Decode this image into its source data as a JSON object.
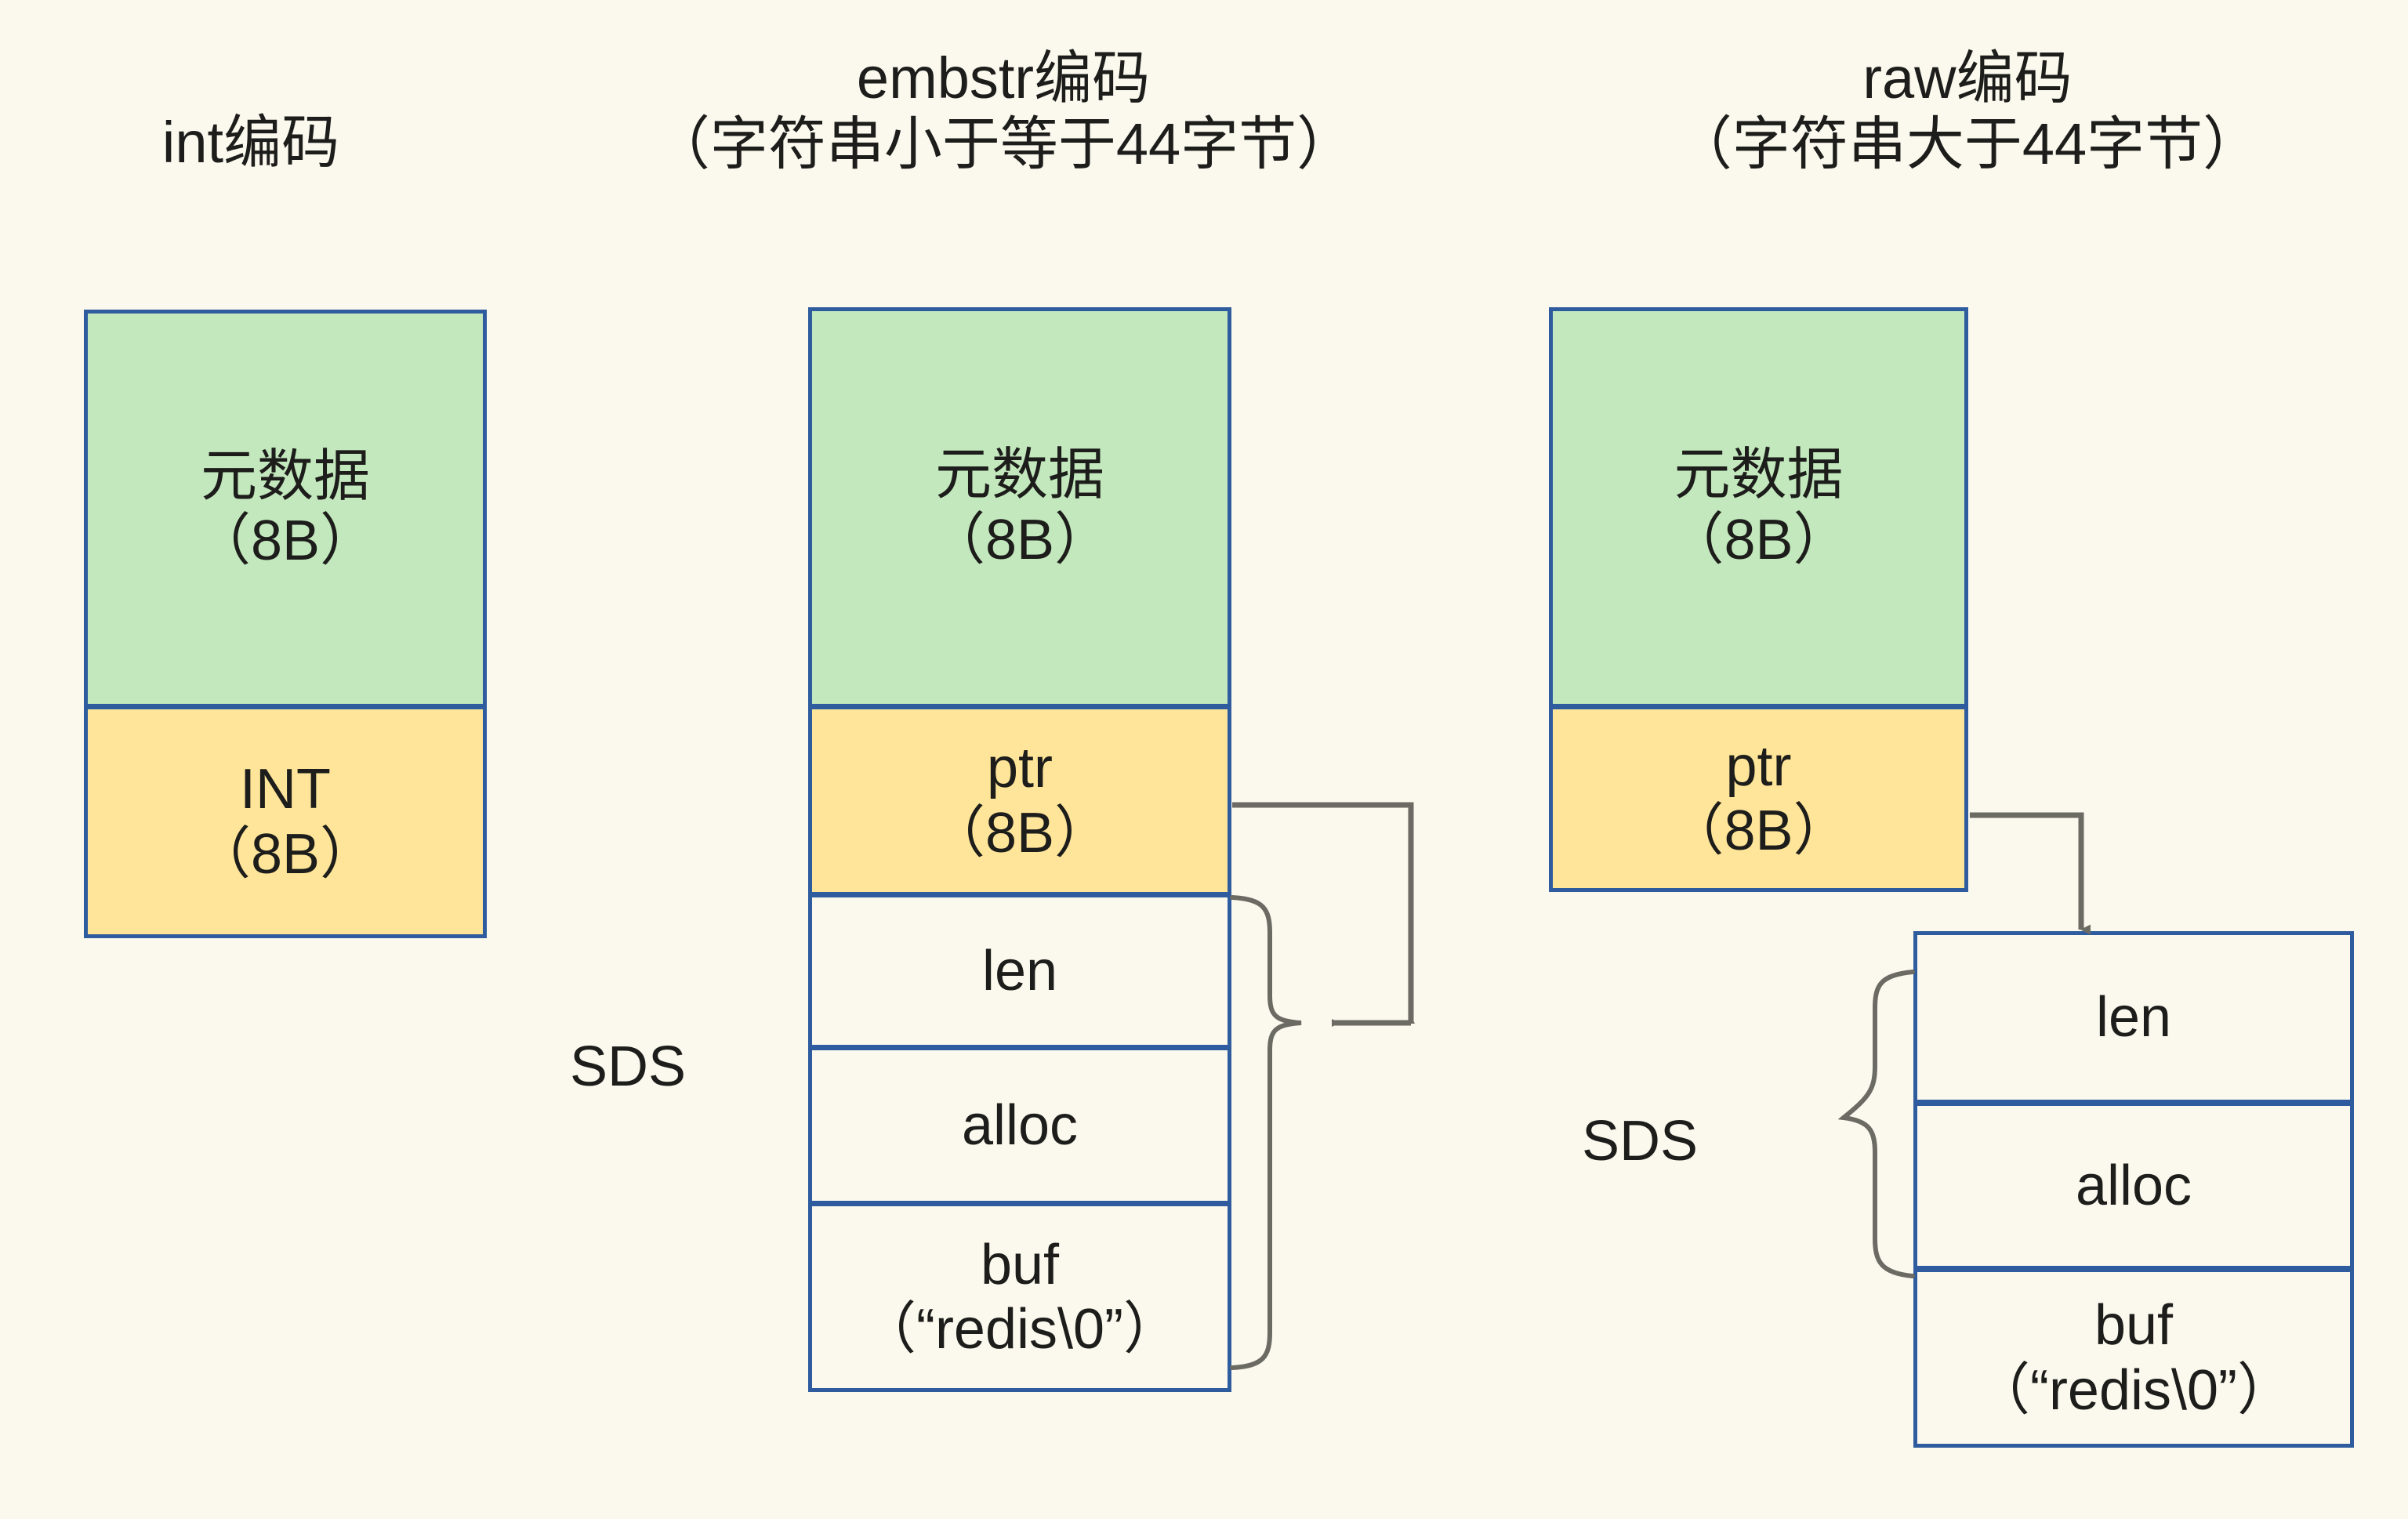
{
  "diagram": {
    "background_color": "#fbf9ee",
    "border_color": "#2e5c9e",
    "metadata_fill": "#c3e8bd",
    "pointer_fill": "#ffe599",
    "connector_color": "#6b6b63"
  },
  "columns": [
    {
      "id": "int",
      "title_line1": "int编码",
      "title_line2": "",
      "cells": [
        {
          "name": "metadata",
          "line1": "元数据",
          "line2": "（8B）",
          "fill": "green"
        },
        {
          "name": "value",
          "line1": "INT",
          "line2": "（8B）",
          "fill": "yellow"
        }
      ]
    },
    {
      "id": "embstr",
      "title_line1": "embstr编码",
      "title_line2": "（字符串小于等于44字节）",
      "sds_label": "SDS",
      "cells": [
        {
          "name": "metadata",
          "line1": "元数据",
          "line2": "（8B）",
          "fill": "green"
        },
        {
          "name": "ptr",
          "line1": "ptr",
          "line2": "（8B）",
          "fill": "yellow"
        },
        {
          "name": "len",
          "line1": "len",
          "line2": "",
          "fill": "plain"
        },
        {
          "name": "alloc",
          "line1": "alloc",
          "line2": "",
          "fill": "plain"
        },
        {
          "name": "buf",
          "line1": "buf",
          "line2": "（“redis\\0”）",
          "fill": "plain"
        }
      ]
    },
    {
      "id": "raw",
      "title_line1": "raw编码",
      "title_line2": "（字符串大于44字节）",
      "sds_label": "SDS",
      "cells": [
        {
          "name": "metadata",
          "line1": "元数据",
          "line2": "（8B）",
          "fill": "green"
        },
        {
          "name": "ptr",
          "line1": "ptr",
          "line2": "（8B）",
          "fill": "yellow"
        },
        {
          "name": "len",
          "line1": "len",
          "line2": "",
          "fill": "plain"
        },
        {
          "name": "alloc",
          "line1": "alloc",
          "line2": "",
          "fill": "plain"
        },
        {
          "name": "buf",
          "line1": "buf",
          "line2": "（“redis\\0”）",
          "fill": "plain"
        }
      ]
    }
  ]
}
